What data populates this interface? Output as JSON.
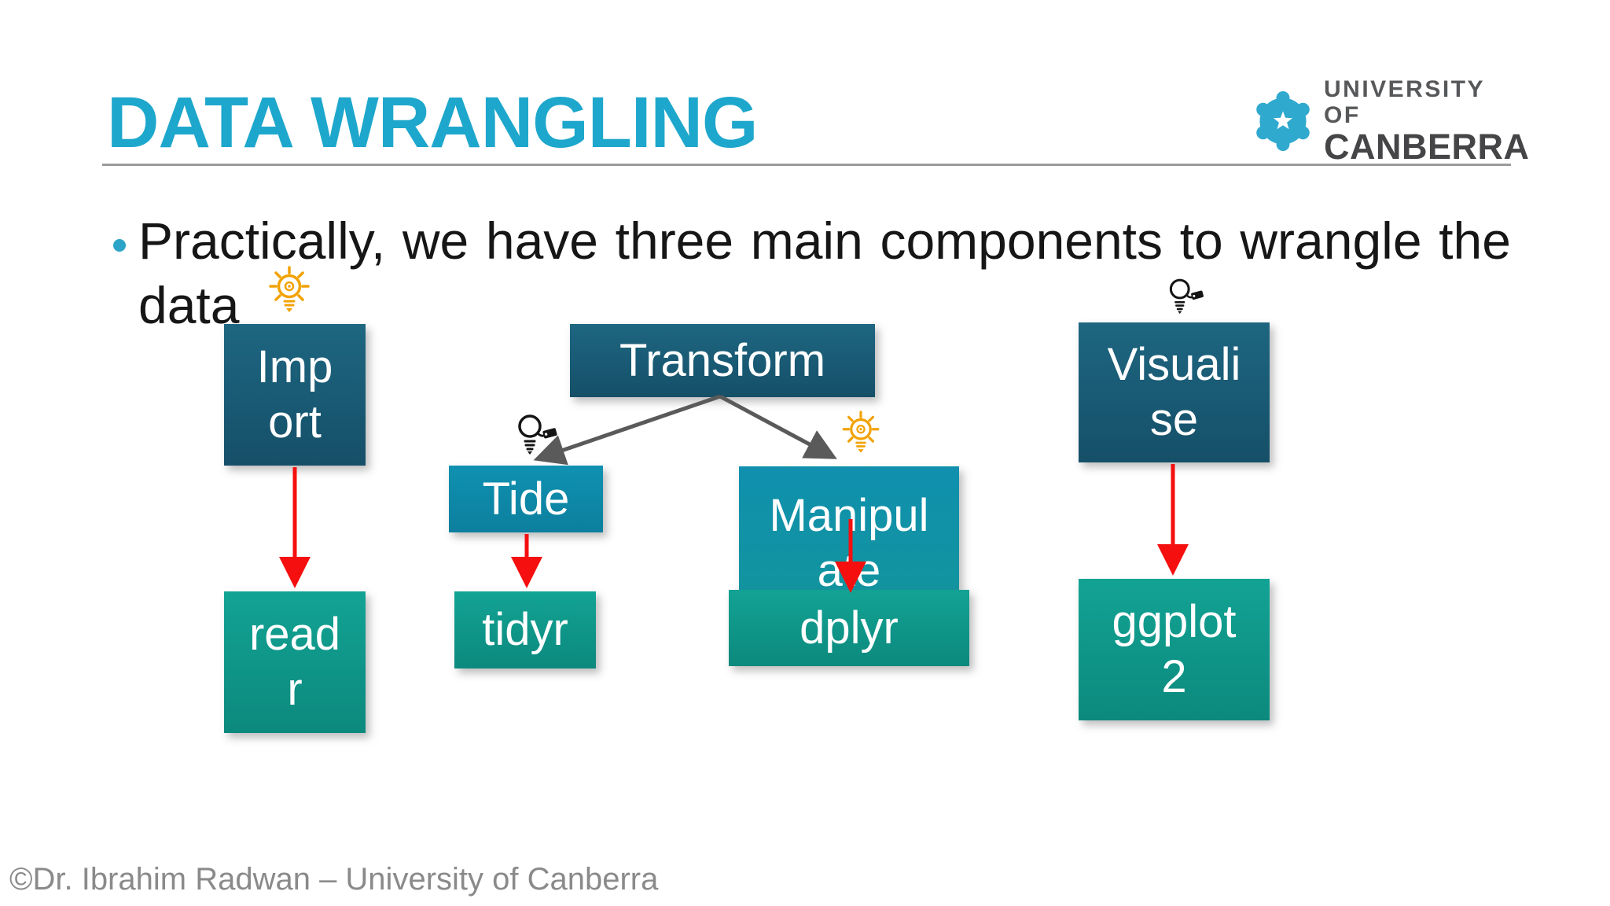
{
  "colors": {
    "accent_cyan": "#1EA7CC",
    "box_dark_teal": "#1A5E79",
    "box_cyan": "#0F8DAD",
    "box_green": "#0F9C8D",
    "arrow_red": "#F50F0F",
    "arrow_gray": "#5A5A5A",
    "bulb_yellow": "#F2A202",
    "footer_gray": "#8A8A8A"
  },
  "header": {
    "title": "DATA WRANGLING",
    "logo": {
      "icon": "uc-snowflake-icon",
      "line1": "UNIVERSITY OF",
      "line2": "CANBERRA"
    }
  },
  "bullet": {
    "line1_words": [
      "Practically,",
      "we",
      "have",
      "three",
      "main",
      "components",
      "to",
      "wrangle",
      "the"
    ],
    "line2": "data"
  },
  "diagram": {
    "import": [
      "Imp",
      "ort"
    ],
    "transform": [
      "Transform"
    ],
    "visualise": [
      "Visuali",
      "se"
    ],
    "tide": [
      "Tide"
    ],
    "manipulate": [
      "Manipul",
      "ate"
    ],
    "readr": [
      "read",
      "r"
    ],
    "tidyr": [
      "tidyr"
    ],
    "dplyr": [
      "dplyr"
    ],
    "ggplot2": [
      "ggplot",
      "2"
    ],
    "icons": {
      "yellow_bulb": "lightbulb-gear-icon",
      "black_bulb": "lightbulb-tag-icon"
    }
  },
  "footer": {
    "credit": "©Dr. Ibrahim Radwan – University of Canberra"
  }
}
